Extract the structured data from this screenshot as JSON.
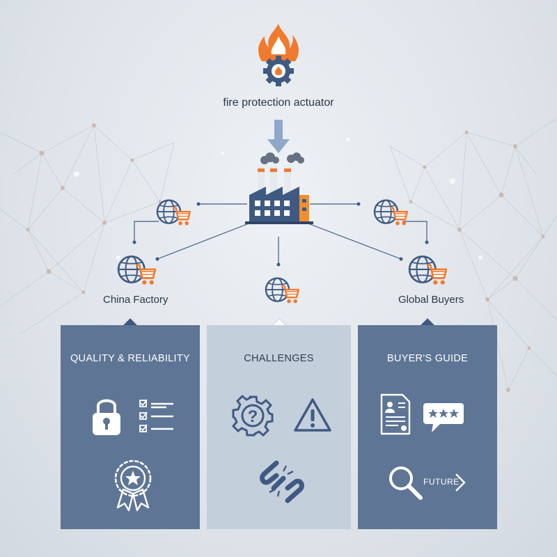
{
  "title": "fire protection actuator",
  "nodes": {
    "left_label": "China Factory",
    "right_label": "Global Buyers"
  },
  "panels": {
    "quality": {
      "title": "QUALITY & RELIABILITY"
    },
    "challenges": {
      "title": "CHALLENGES"
    },
    "guide": {
      "title": "BUYER'S GUIDE",
      "future_label": "FUTURE"
    }
  },
  "colors": {
    "accent_orange": "#f07a2d",
    "navy": "#3f5a82",
    "panel_dark": "#5e7595",
    "panel_light": "#c4cfdc",
    "background": "#dfe4ea"
  },
  "icons": [
    "flame-gear-icon",
    "down-arrow-icon",
    "factory-icon",
    "globe-cart-icon",
    "lock-icon",
    "checklist-icon",
    "award-badge-icon",
    "question-gear-icon",
    "warning-icon",
    "broken-chain-icon",
    "document-icon",
    "rating-bubble-icon",
    "magnifier-icon",
    "chevron-right-icon"
  ]
}
